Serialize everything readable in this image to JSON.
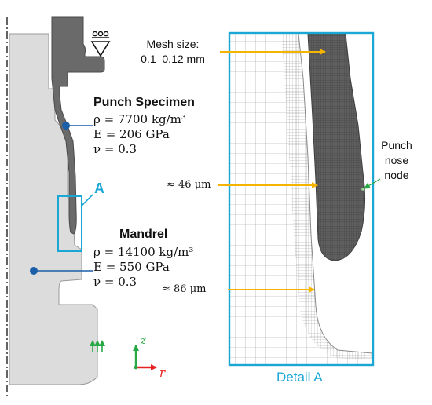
{
  "colors": {
    "accent_cyan": "#1aa7d6",
    "arrow_orange": "#f5b400",
    "marker_blue": "#1a5fa8",
    "fixed_green": "#27a844",
    "axis_red": "#e52222",
    "mandrel_gray": "#dcdcdc",
    "punch_gray": "#6a6a6a"
  },
  "labels": {
    "mesh_size_title": "Mesh size:",
    "mesh_size_value": "0.1–0.12 mm",
    "punch_title": "Punch Specimen",
    "punch_rho": "ρ = 7700 kg/m³",
    "punch_E": "E = 206 GPa",
    "punch_nu": "ν = 0.3",
    "mandrel_title": "Mandrel",
    "mandrel_rho": "ρ = 14100 kg/m³",
    "mandrel_E": "E = 550 GPa",
    "mandrel_nu": "ν = 0.3",
    "detail_marker": "A",
    "detail_caption": "Detail A",
    "measure_1": "≈ 46 μm",
    "measure_2": "≈ 86 μm",
    "node_line1": "Punch",
    "node_line2": "nose",
    "node_line3": "node",
    "axis_z": "z",
    "axis_r": "r"
  },
  "icons": [
    "roller-support-icon",
    "fixed-support-icon",
    "coordinate-axes-icon"
  ]
}
